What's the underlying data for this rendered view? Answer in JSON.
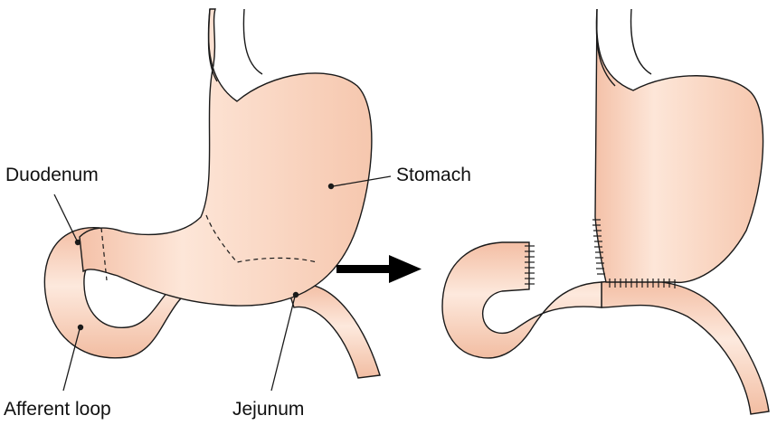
{
  "labels": {
    "duodenum": "Duodenum",
    "stomach": "Stomach",
    "afferent_loop": "Afferent loop",
    "jejunum": "Jejunum"
  },
  "colors": {
    "organ_fill": "#f9d2bc",
    "organ_highlight": "#fdeade",
    "organ_shadow": "#f0b9a0",
    "outline": "#1a1a1a",
    "arrow": "#000000"
  },
  "icons": {
    "arrow": "right-arrow-icon"
  }
}
